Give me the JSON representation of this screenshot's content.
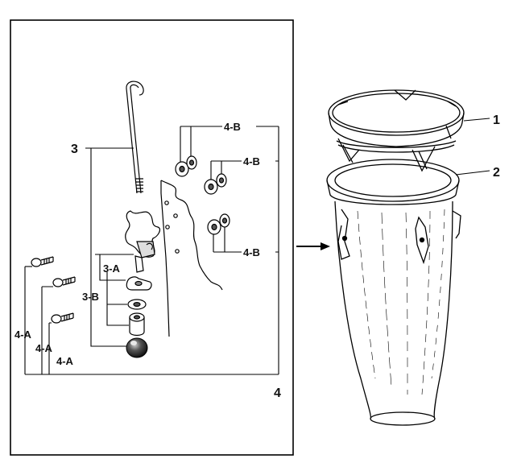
{
  "labels": {
    "drum_rim": "1",
    "drum_body": "2",
    "hook_assembly": "3",
    "hardware_set": "4",
    "hook_part_a": "3-A",
    "hook_part_b": "3-B",
    "washer_nut_top": "4-B",
    "washer_nut_middle": "4-B",
    "washer_nut_bottom": "4-B",
    "screw_top": "4-A",
    "screw_middle": "4-A",
    "screw_bottom": "4-A"
  }
}
